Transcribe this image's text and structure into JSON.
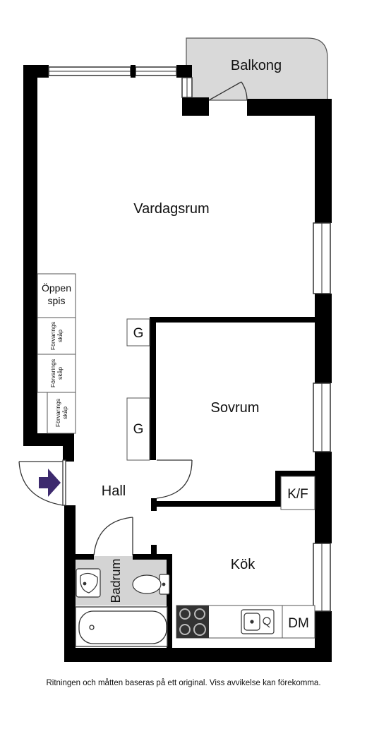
{
  "rooms": {
    "balcony": "Balkong",
    "living_room": "Vardagsrum",
    "bedroom": "Sovrum",
    "hall": "Hall",
    "kitchen": "Kök",
    "bathroom": "Badrum"
  },
  "fixtures": {
    "fireplace_line1": "Öppen",
    "fireplace_line2": "spis",
    "storage_line1": "Förvarings",
    "storage_line2": "skåp",
    "wardrobe": "G",
    "fridge_freezer": "K/F",
    "dishwasher": "DM"
  },
  "icons": {
    "entrance": "entrance-arrow-icon"
  },
  "colors": {
    "wall": "#000000",
    "balcony_fill": "#d9d9d9",
    "bathroom_floor": "#d4d4d4",
    "entrance_arrow": "#3d2a6e"
  },
  "disclaimer": "Ritningen och måtten baseras på ett original. Viss avvikelse kan förekomma."
}
